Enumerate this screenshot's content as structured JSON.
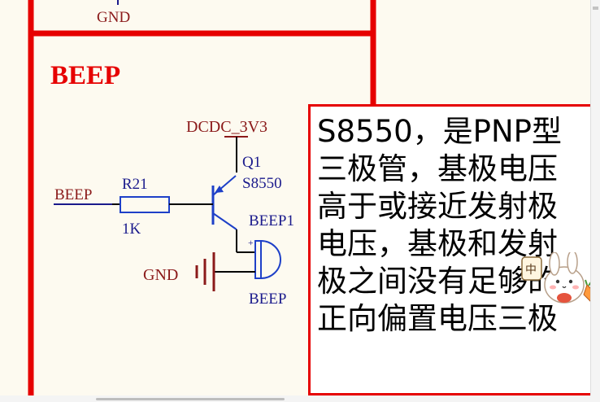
{
  "schematic": {
    "net_gnd_top": "GND",
    "section_title": "BEEP",
    "net_power": "DCDC_3V3",
    "transistor_ref": "Q1",
    "transistor_part": "S8550",
    "net_input": "BEEP",
    "resistor_ref": "R21",
    "resistor_value": "1K",
    "buzzer_ref": "BEEP1",
    "buzzer_plus": "+",
    "net_gnd_buzzer": "GND",
    "buzzer_value": "BEEP"
  },
  "note": {
    "lines": [
      "S8550，是PNP型",
      "三极管，基极电压",
      "高于或接近发射极",
      "电压，基极和发射",
      "极之间没有足够的",
      "正向偏置电压三极"
    ]
  },
  "sticker": {
    "icon": "bunny-sticker-icon",
    "label": "中"
  },
  "colors": {
    "frame": "#e60000",
    "net_label": "#8b1a1a",
    "wire_blue": "#1a1a8c",
    "pin_blue": "#1e40c8",
    "background": "#fdfaf0"
  }
}
